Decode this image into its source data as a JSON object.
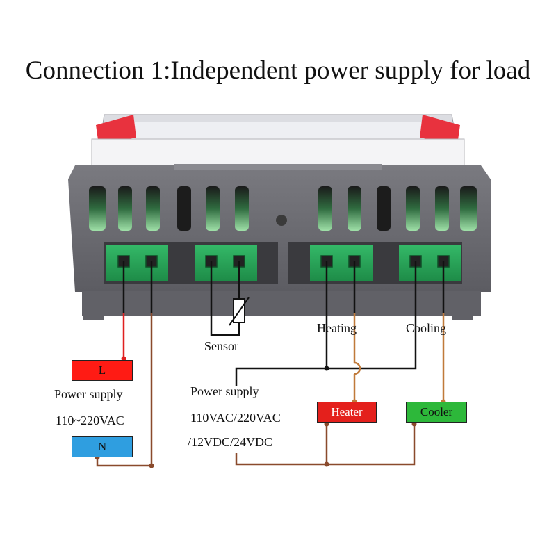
{
  "title": "Connection 1:Independent power supply for load",
  "labels": {
    "sensor": "Sensor",
    "heating": "Heating",
    "cooling": "Cooling",
    "power_left_1": "Power supply",
    "power_left_2": "110~220VAC",
    "power_right_1": "Power supply",
    "power_right_2": "110VAC/220VAC",
    "power_right_3": "/12VDC/24VDC"
  },
  "boxes": {
    "L": "L",
    "N": "N",
    "heater": "Heater",
    "cooler": "Cooler"
  },
  "colors": {
    "live": "#ff1b14",
    "neutral": "#2f9ee0",
    "heater": "#e4201c",
    "cooler": "#2db83a",
    "housing": "#6e6e73",
    "terminal": "#2aa85a",
    "wire_brown": "#8a4a2c",
    "wire_red": "#e02020"
  }
}
